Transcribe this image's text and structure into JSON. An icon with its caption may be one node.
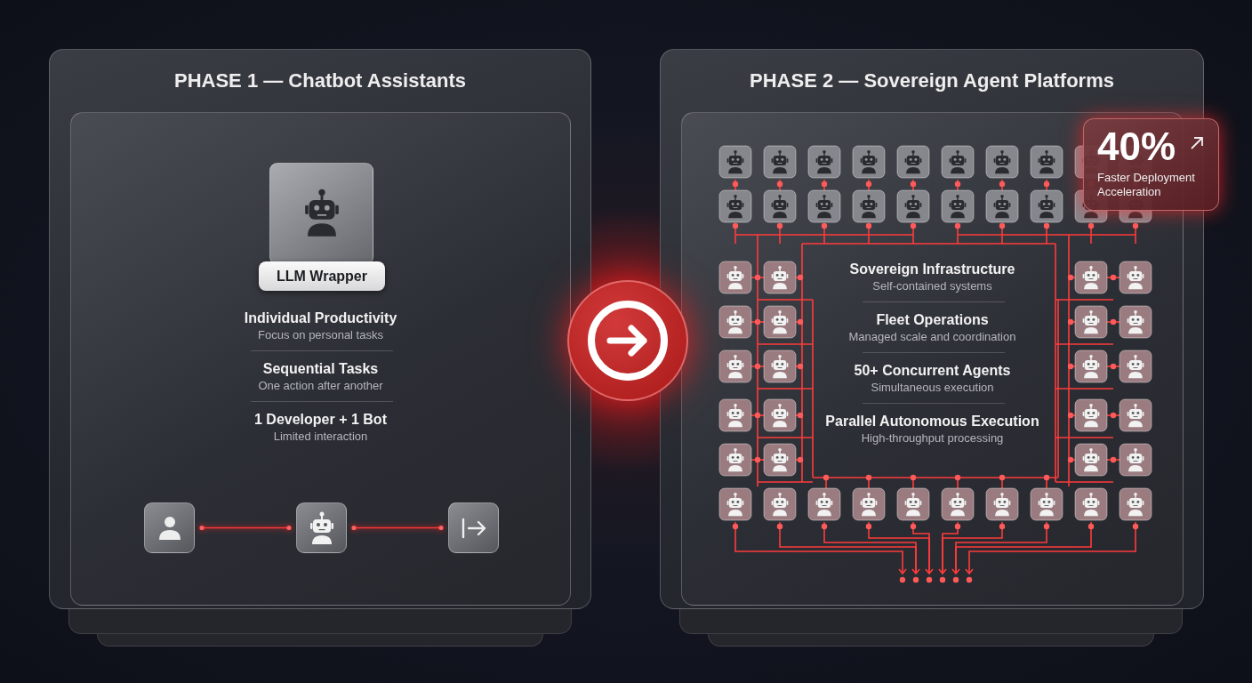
{
  "diagram": {
    "nodes": [
      {
        "text": [
          "PHASE 1 — Chatbot Assistants"
        ]
      },
      {
        "text": [
          "Individual Productivity",
          "Focus on personal tasks",
          "Sequential Tasks",
          "One action after another",
          "1 Developer + 1 Bot",
          "Limited interaction"
        ],
        "in": 0
      },
      {
        "text": [
          "LLM Wrapper"
        ],
        "in": 1
      },
      {
        "text": [],
        "shape": "box",
        "in": 1
      },
      {
        "text": [],
        "shape": "box",
        "in": 1
      },
      {
        "text": [],
        "shape": "box",
        "in": 1
      },
      {
        "text": [
          "PHASE 2 — Sovereign Agent Platforms"
        ]
      },
      {
        "text": [
          "Sovereign Infrastructure",
          "Self-contained systems",
          "Fleet Operations",
          "Managed scale and coordination",
          "50+ Concurrent Agents",
          "Simultaneous execution",
          "Parallel Autonomous Execution",
          "High-throughput processing"
        ],
        "in": 6
      },
      {
        "text": [
          "40%",
          "Faster Deployment Acceleration"
        ]
      },
      {
        "text": [],
        "shape": "circle"
      }
    ],
    "edges": [
      {
        "from": 3,
        "to": 4,
        "arrow": "other"
      },
      {
        "from": 4,
        "to": 5,
        "arrow": "other"
      }
    ]
  }
}
